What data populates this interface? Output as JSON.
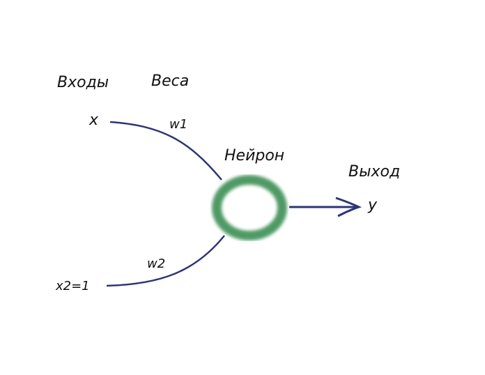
{
  "labels": {
    "inputs": "Входы",
    "weights": "Веса",
    "x": "x",
    "w1": "w1",
    "neuron": "Нейрон",
    "output": "Выход",
    "y": "y",
    "w2": "w2",
    "x2": "x2=1"
  },
  "colors": {
    "line": "#2e3575",
    "neuron": "#3d8f55"
  }
}
